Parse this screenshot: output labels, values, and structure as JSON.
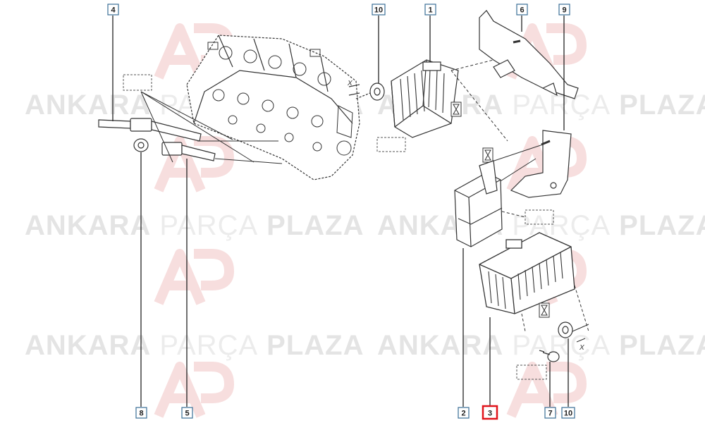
{
  "watermark": {
    "word1": "ANKARA",
    "word2": "PARÇA",
    "word3": "PLAZA"
  },
  "callouts": [
    {
      "id": "c1",
      "label": "1",
      "highlighted": false
    },
    {
      "id": "c2",
      "label": "2",
      "highlighted": false
    },
    {
      "id": "c3",
      "label": "3",
      "highlighted": true
    },
    {
      "id": "c4",
      "label": "4",
      "highlighted": false
    },
    {
      "id": "c5",
      "label": "5",
      "highlighted": false
    },
    {
      "id": "c6",
      "label": "6",
      "highlighted": false
    },
    {
      "id": "c7",
      "label": "7",
      "highlighted": false
    },
    {
      "id": "c8",
      "label": "8",
      "highlighted": false
    },
    {
      "id": "c9",
      "label": "9",
      "highlighted": false
    },
    {
      "id": "c10a",
      "label": "10",
      "highlighted": false
    },
    {
      "id": "c10b",
      "label": "10",
      "highlighted": false
    }
  ],
  "annotations": {
    "torque_mark": "X"
  },
  "colors": {
    "callout_border": "#3a6f96",
    "highlight": "#e0141b",
    "line": "#333333",
    "watermark_logo": "#f7dede"
  }
}
